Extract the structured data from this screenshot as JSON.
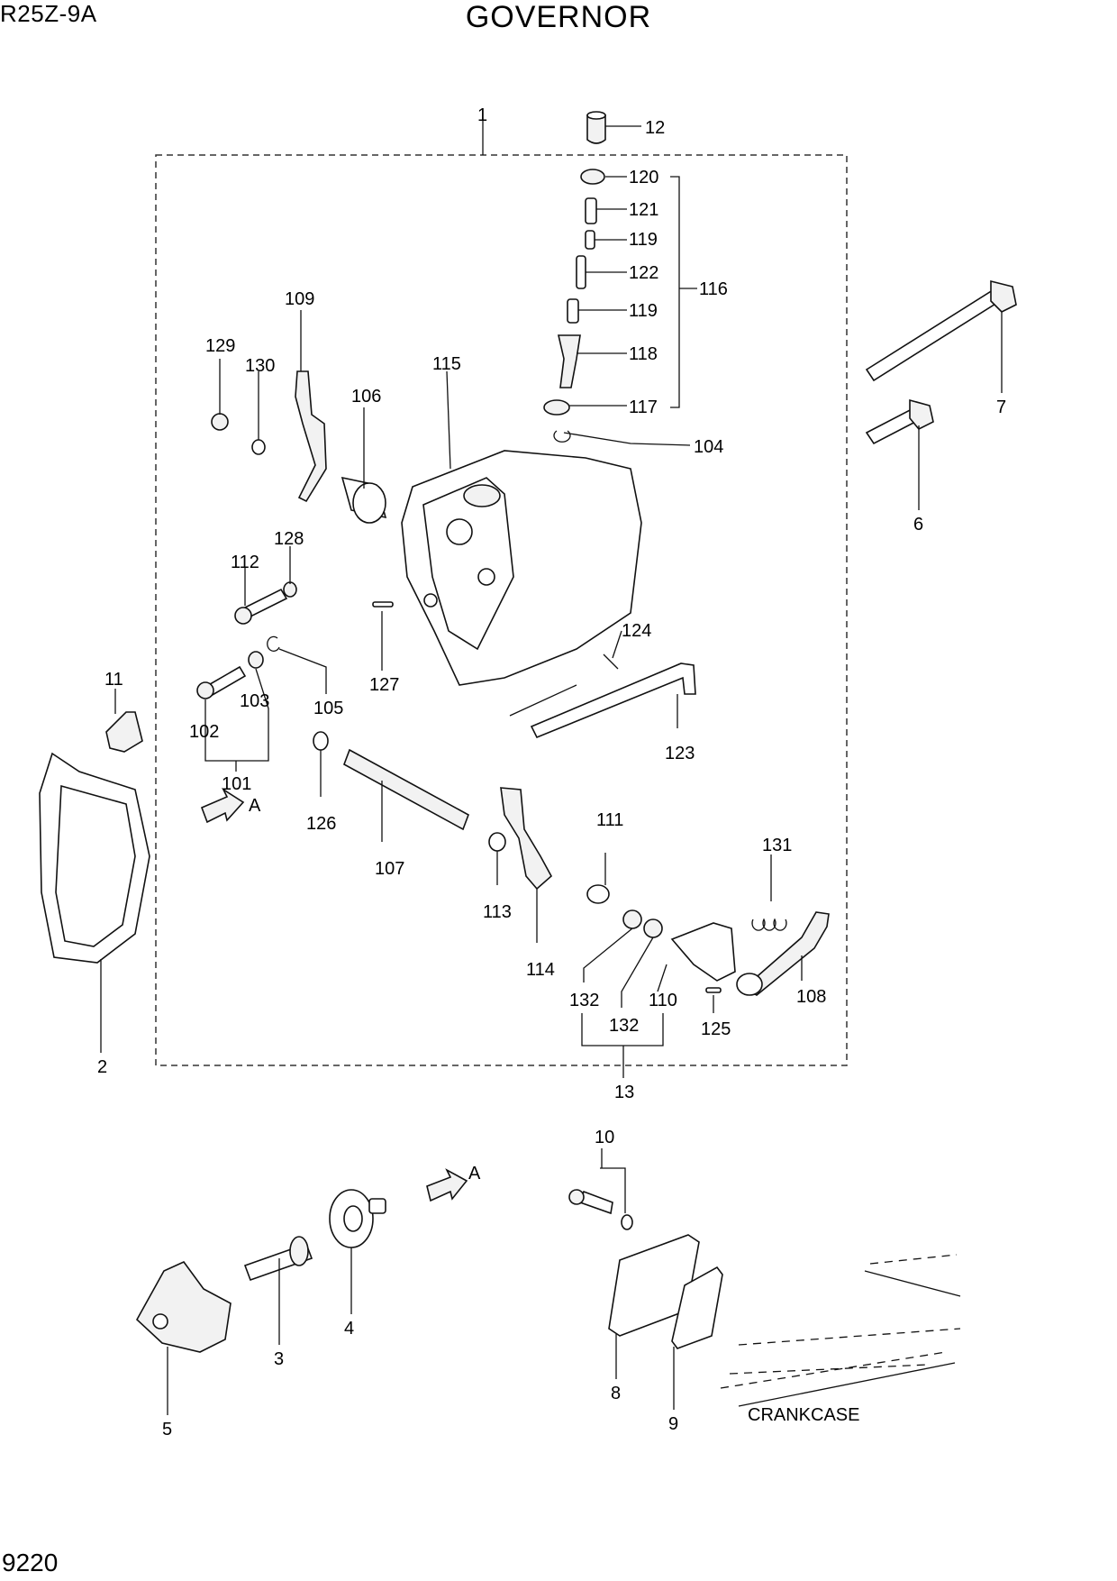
{
  "header": {
    "model": "R25Z-9A",
    "title": "GOVERNOR"
  },
  "footer": {
    "page_number": "9220"
  },
  "callouts": {
    "c1": "1",
    "c2": "2",
    "c3": "3",
    "c4": "4",
    "c5": "5",
    "c6": "6",
    "c7": "7",
    "c8": "8",
    "c9": "9",
    "c10": "10",
    "c11": "11",
    "c12": "12",
    "c13": "13",
    "c101": "101",
    "c102": "102",
    "c103": "103",
    "c104": "104",
    "c105": "105",
    "c106": "106",
    "c107": "107",
    "c108": "108",
    "c109": "109",
    "c110": "110",
    "c111": "111",
    "c112": "112",
    "c113": "113",
    "c114": "114",
    "c115": "115",
    "c116": "116",
    "c117": "117",
    "c118": "118",
    "c119a": "119",
    "c119b": "119",
    "c120": "120",
    "c121": "121",
    "c122": "122",
    "c123": "123",
    "c124": "124",
    "c125": "125",
    "c126": "126",
    "c127": "127",
    "c128": "128",
    "c129": "129",
    "c130": "130",
    "c131": "131",
    "c132a": "132",
    "c132b": "132"
  },
  "view_markers": {
    "arrow_upper": "A",
    "arrow_lower": "A"
  },
  "crankcase_label": "CRANKCASE"
}
